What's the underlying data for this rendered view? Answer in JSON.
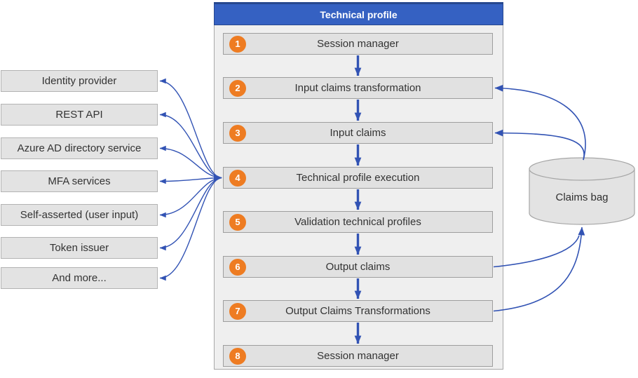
{
  "panel": {
    "header": "Technical profile"
  },
  "steps": [
    {
      "num": "1",
      "label": "Session manager"
    },
    {
      "num": "2",
      "label": "Input claims transformation"
    },
    {
      "num": "3",
      "label": "Input claims"
    },
    {
      "num": "4",
      "label": "Technical profile execution"
    },
    {
      "num": "5",
      "label": "Validation technical profiles"
    },
    {
      "num": "6",
      "label": "Output claims"
    },
    {
      "num": "7",
      "label": "Output Claims Transformations"
    },
    {
      "num": "8",
      "label": "Session manager"
    }
  ],
  "sources": [
    "Identity provider",
    "REST API",
    "Azure AD directory service",
    "MFA services",
    "Self-asserted (user input)",
    "Token issuer",
    "And more..."
  ],
  "claims_bag": {
    "label": "Claims bag"
  },
  "colors": {
    "header_blue": "#3561c2",
    "header_border": "#27488f",
    "arrow_blue": "#3253b4",
    "badge_orange": "#ee7c22",
    "panel_bg": "#efefef",
    "box_bg": "#e1e1e1",
    "source_box_bg": "#e3e3e3",
    "cylinder_bg": "#e3e3e3",
    "text": "#333333"
  }
}
